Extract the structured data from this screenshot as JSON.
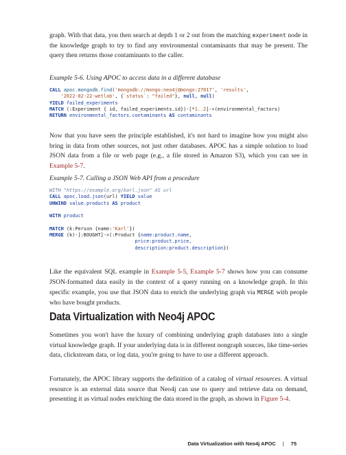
{
  "para1": {
    "t1": "graph. With that data, you then search at depth 1 or 2 out from the matching ",
    "code1": "experiment",
    "t2": " node in the knowledge graph to try to find any environmental contaminants that may be present. The query then returns those contaminants to the caller."
  },
  "example6": {
    "caption": "Example 5-6. Using APOC to access data in a different database",
    "lines": [
      "CALL apoc.mongodb.find('mongodb://mongo:neo4j@mongo:27017', 'results',",
      "    '2022-02-22-wetlab', {`status`: \"failed\"}, null, null)",
      "YIELD failed_experiments",
      "MATCH (:Experiment { id, failed_experiments.id})-[*1..2]->(environmental_factors)",
      "RETURN environmental_factors.contaminants AS contaminants"
    ]
  },
  "para2": {
    "t1": "Now that you have seen the principle established, it's not hard to imagine how you might also bring in data from other sources, not just other databases. APOC has a simple solution to load JSON data from a file or web page (e.g., a file stored in Amazon S3), which you can see in ",
    "ref1": "Example 5-7",
    "t2": "."
  },
  "example7": {
    "caption": "Example 5-7. Calling a JSON Web API from a procedure",
    "lines": [
      "WITH \"https://example.org/karl.json\" AS url",
      "CALL apoc.load.json(url) YIELD value",
      "UNWIND value.products AS product",
      "",
      "WITH product",
      "",
      "MATCH (k:Person {name:'Karl'})",
      "MERGE (k)-[:BOUGHT]->(:Product {name:product.name,",
      "                              price:product.price,",
      "                              description:product.description})"
    ]
  },
  "para3": {
    "t1": "Like the equivalent SQL example in ",
    "ref1": "Example 5-5",
    "t2": ", ",
    "ref2": "Example 5-7",
    "t3": " shows how you can consume JSON-formatted data easily in the context of a query running on a knowledge graph. In this specific example, you use that JSON data to enrich the underlying graph via ",
    "code1": "MERGE",
    "t4": " with people who have bought products."
  },
  "section": {
    "heading": "Data Virtualization with Neo4j APOC",
    "para4": "Sometimes you won't have the luxury of combining underlying graph databases into a single virtual knowledge graph. If your underlying data is in different nongraph sources, like time-series data, clickstream data, or log data, you're going to have to use a different approach.",
    "para5": {
      "t1": "Fortunately, the APOC library supports the definition of a catalog of ",
      "em1": "virtual resources",
      "t2": ". A virtual resource is an external data source that Neo4j can use to query and retrieve data on demand, presenting it as virtual nodes enriching the data stored in the graph, as shown in ",
      "ref1": "Figure 5-4",
      "t3": "."
    }
  },
  "footer": {
    "title": "Data Virtualization with Neo4j APOC",
    "separator": "|",
    "page_number": "75"
  },
  "colors": {
    "xref": "#9b1c1c",
    "keyword": "#1a3fa0",
    "string": "#a24a1d"
  }
}
